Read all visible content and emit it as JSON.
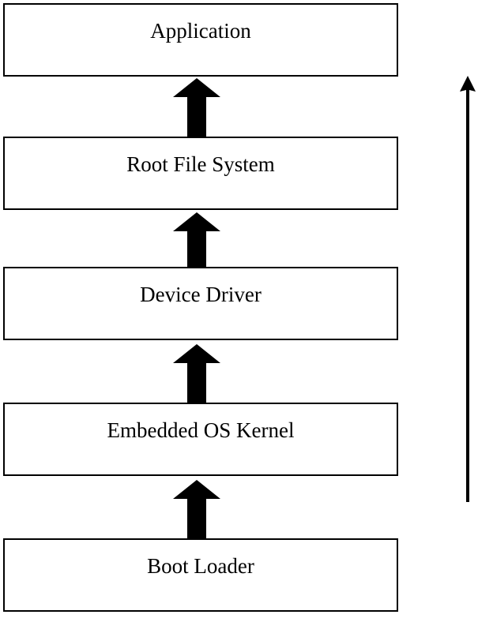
{
  "layers": [
    {
      "label": "Application"
    },
    {
      "label": "Root File System"
    },
    {
      "label": "Device Driver"
    },
    {
      "label": "Embedded OS Kernel"
    },
    {
      "label": "Boot Loader"
    }
  ],
  "colors": {
    "stroke": "#000000",
    "background": "#ffffff"
  }
}
